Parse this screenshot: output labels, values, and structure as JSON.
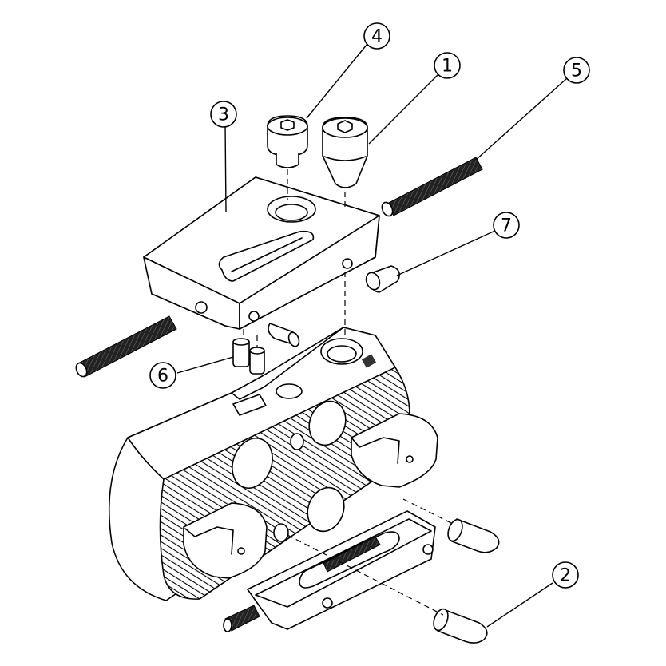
{
  "callouts": [
    {
      "id": "c1",
      "label": "1"
    },
    {
      "id": "c2",
      "label": "2"
    },
    {
      "id": "c3",
      "label": "3"
    },
    {
      "id": "c4",
      "label": "4"
    },
    {
      "id": "c5",
      "label": "5"
    },
    {
      "id": "c6",
      "label": "6"
    },
    {
      "id": "c7",
      "label": "7"
    }
  ],
  "colors": {
    "line": "#000000",
    "background": "#ffffff",
    "thread": "#1a1a1a"
  }
}
